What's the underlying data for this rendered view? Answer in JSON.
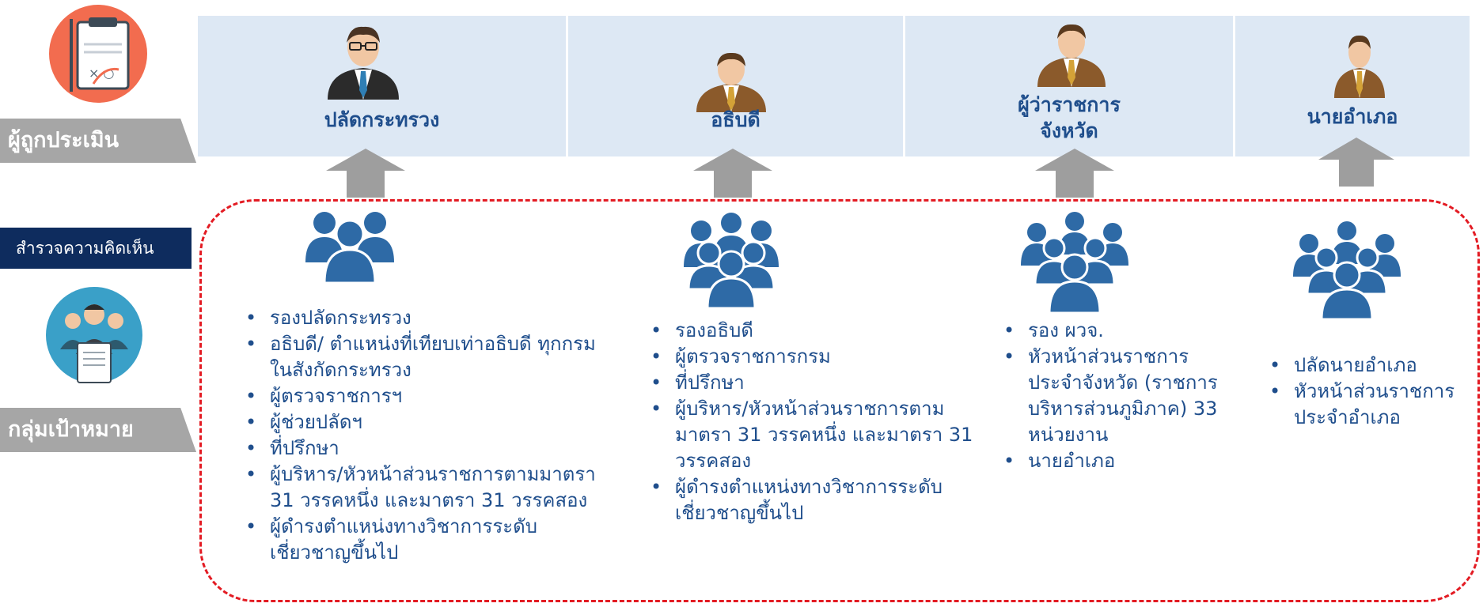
{
  "labels": {
    "evaluated": "ผู้ถูกประเมิน",
    "survey": "สำรวจความคิดเห็น",
    "target_group": "กลุ่มเป้าหมาย"
  },
  "evaluated": [
    {
      "title": "ปลัดกระทรวง"
    },
    {
      "title": "อธิบดี"
    },
    {
      "title": "ผู้ว่าราชการ\nจังหวัด"
    },
    {
      "title": "นายอำเภอ"
    }
  ],
  "groups": [
    {
      "items": [
        "รองปลัดกระทรวง",
        "อธิบดี/ ตำแหน่งที่เทียบเท่าอธิบดี ทุกกรมในสังกัดกระทรวง",
        "ผู้ตรวจราชการฯ",
        "ผู้ช่วยปลัดฯ",
        "ที่ปรึกษา",
        "ผู้บริหาร/หัวหน้าส่วนราชการตามมาตรา 31 วรรคหนึ่ง และมาตรา 31 วรรคสอง",
        "ผู้ดำรงตำแหน่งทางวิชาการระดับเชี่ยวชาญขึ้นไป"
      ]
    },
    {
      "items": [
        "รองอธิบดี",
        "ผู้ตรวจราชการกรม",
        "ที่ปรึกษา",
        "ผู้บริหาร/หัวหน้าส่วนราชการตาม มาตรา 31 วรรคหนึ่ง และมาตรา 31 วรรคสอง",
        "ผู้ดำรงตำแหน่งทางวิชาการระดับเชี่ยวชาญขึ้นไป"
      ]
    },
    {
      "items": [
        "รอง ผวจ.",
        "หัวหน้าส่วนราชการประจำจังหวัด (ราชการบริหารส่วนภูมิภาค) 33 หน่วยงาน",
        "นายอำเภอ"
      ]
    },
    {
      "items": [
        "ปลัดนายอำเภอ",
        "หัวหน้าส่วนราชการประจำอำเภอ"
      ]
    }
  ],
  "colors": {
    "panel_bg": "#dde8f4",
    "title_text": "#1f4e8c",
    "tag_gray": "#a6a6a6",
    "tag_navy": "#0e2c5e",
    "dashed_border": "#e31b23",
    "people_icon": "#2e6aa6",
    "arrow": "#9e9e9e"
  }
}
